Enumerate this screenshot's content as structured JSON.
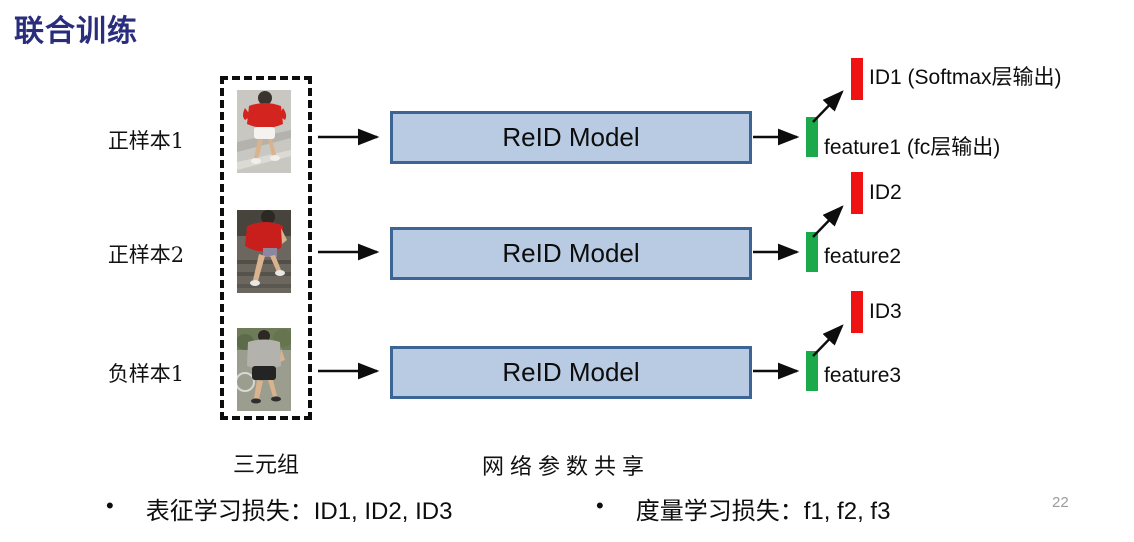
{
  "slide": {
    "title": "联合训练",
    "page_number": "22"
  },
  "colors": {
    "title_color": "#2a2d7c",
    "box_fill": "#b8cbe2",
    "box_border": "#3c6494",
    "feature_bar": "#1ca94c",
    "id_bar": "#ee1212",
    "arrow": "#0d0d0d"
  },
  "rows": [
    {
      "sample_label": "正样本1",
      "model_label": "ReID Model",
      "id_label": "ID1 (Softmax层输出)",
      "feature_label": "feature1 (fc层输出)"
    },
    {
      "sample_label": "正样本2",
      "model_label": "ReID Model",
      "id_label": "ID2",
      "feature_label": "feature2"
    },
    {
      "sample_label": "负样本1",
      "model_label": "ReID Model",
      "id_label": "ID3",
      "feature_label": "feature3"
    }
  ],
  "annotations": {
    "triplet_label": "三元组",
    "shared_params_label": "网络参数共享"
  },
  "bullets": {
    "marker": "•",
    "items": [
      {
        "text": "表征学习损失：ID1, ID2, ID3"
      },
      {
        "text": "度量学习损失：f1, f2, f3"
      }
    ]
  }
}
